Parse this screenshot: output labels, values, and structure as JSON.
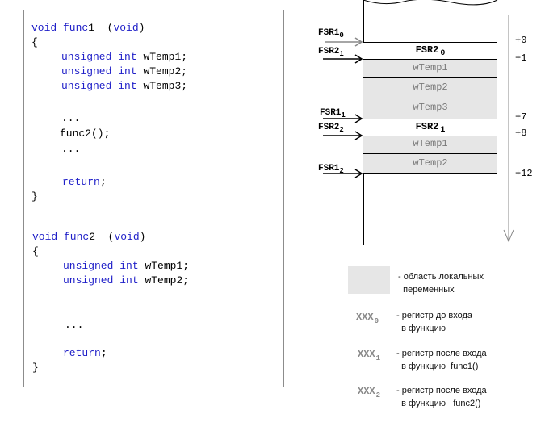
{
  "code": {
    "func1": {
      "signature_pre": "void func",
      "signature_num": "1",
      "signature_void": "void",
      "open_brace": "{",
      "decls": [
        {
          "type": "unsigned int",
          "name": "wTemp1;"
        },
        {
          "type": "unsigned int",
          "name": "wTemp2;"
        },
        {
          "type": "unsigned int",
          "name": "wTemp3;"
        }
      ],
      "ellipsis1": "...",
      "call": "func2();",
      "ellipsis2": "...",
      "return_kw": "return",
      "return_semi": ";",
      "close_brace": "}"
    },
    "func2": {
      "signature_pre": "void func",
      "signature_num": "2",
      "signature_void": "void",
      "open_brace": "{",
      "decls": [
        {
          "type": "unsigned int",
          "name": "wTemp1;"
        },
        {
          "type": "unsigned int",
          "name": "wTemp2;"
        }
      ],
      "ellipsis": "...",
      "return_kw": "return",
      "return_semi": ";",
      "close_brace": "}"
    }
  },
  "stack": {
    "cells": [
      {
        "label": "FSR2",
        "sub": "0",
        "kind": "reg"
      },
      {
        "label": "wTemp1",
        "sub": "",
        "kind": "local"
      },
      {
        "label": "wTemp2",
        "sub": "",
        "kind": "local"
      },
      {
        "label": "wTemp3",
        "sub": "",
        "kind": "local"
      },
      {
        "label": "FSR2",
        "sub": "1",
        "kind": "reg"
      },
      {
        "label": "wTemp1",
        "sub": "",
        "kind": "local"
      },
      {
        "label": "wTemp2",
        "sub": "",
        "kind": "local"
      }
    ],
    "pointers": [
      {
        "label": "FSR1",
        "sub": "0",
        "arrow_color": "#888888"
      },
      {
        "label": "FSR2",
        "sub": "1",
        "arrow_color": "#000000"
      },
      {
        "label": "FSR1",
        "sub": "1",
        "arrow_color": "#000000"
      },
      {
        "label": "FSR2",
        "sub": "2",
        "arrow_color": "#000000"
      },
      {
        "label": "FSR1",
        "sub": "2",
        "arrow_color": "#000000"
      }
    ],
    "offsets": [
      "+0",
      "+1",
      "+7",
      "+8",
      "+12"
    ]
  },
  "legend": {
    "local_area": "- область локальных\n  переменных",
    "items": [
      {
        "sym": "XXX",
        "sub": "0",
        "text": "- регистр до входа\n  в функцию"
      },
      {
        "sym": "XXX",
        "sub": "1",
        "text": "- регистр после входа\n  в функцию  func1()"
      },
      {
        "sym": "XXX",
        "sub": "2",
        "text": "- регистр после входа\n  в функцию   func2()"
      }
    ]
  },
  "colors": {
    "keyword": "#1f1fc8",
    "local_fill": "#e6e6e6",
    "local_text": "#7a7a7a"
  }
}
